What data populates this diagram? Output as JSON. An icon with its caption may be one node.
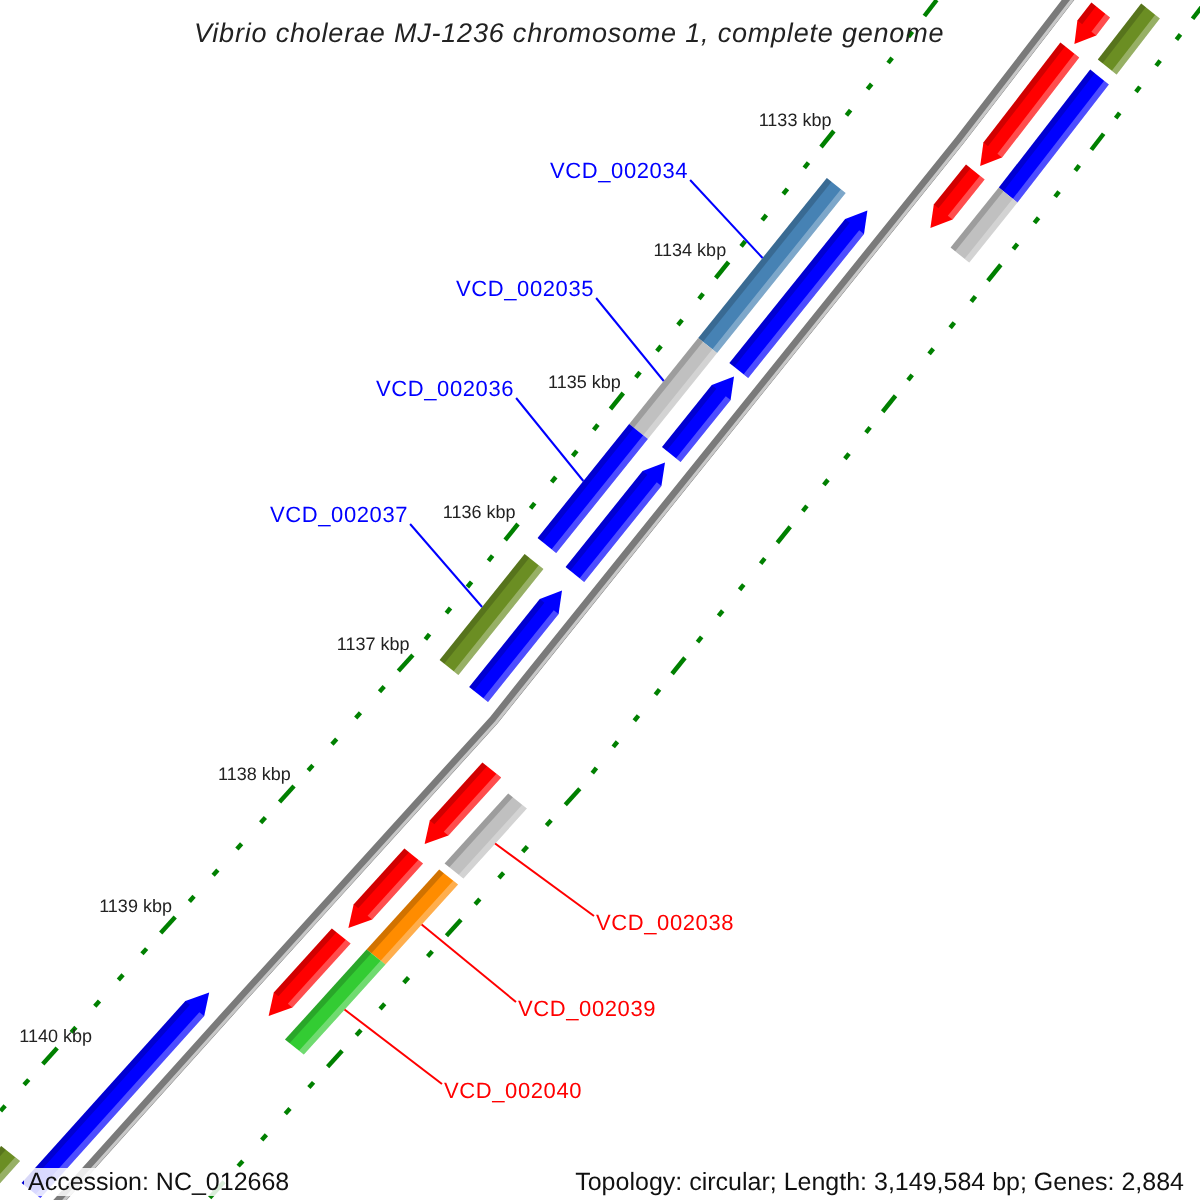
{
  "diagram": {
    "title": "Vibrio cholerae MJ-1236 chromosome 1, complete genome",
    "nodes": [
      {
        "text": [
          "VCD_002034"
        ]
      },
      {
        "text": [
          "VCD_002035"
        ]
      },
      {
        "text": [
          "VCD_002036"
        ]
      },
      {
        "text": [
          "VCD_002037"
        ]
      },
      {
        "text": [
          "VCD_002038"
        ]
      },
      {
        "text": [
          "VCD_002039"
        ]
      },
      {
        "text": [
          "VCD_002040"
        ]
      },
      {
        "text": [],
        "shape": "bar"
      },
      {
        "text": [],
        "shape": "bar"
      },
      {
        "text": [],
        "shape": "bar"
      },
      {
        "text": [],
        "shape": "bar"
      },
      {
        "text": [],
        "shape": "bar"
      },
      {
        "text": [],
        "shape": "bar"
      },
      {
        "text": [],
        "shape": "bar"
      },
      {
        "text": [],
        "shape": "bar"
      },
      {
        "text": [],
        "shape": "bar"
      },
      {
        "text": [],
        "shape": "bar"
      },
      {
        "text": [],
        "shape": "bar"
      },
      {
        "text": [],
        "shape": "bar"
      },
      {
        "text": [],
        "shape": "bar"
      },
      {
        "text": [],
        "shape": "bar"
      },
      {
        "text": [],
        "shape": "bar"
      },
      {
        "text": [],
        "shape": "bar"
      },
      {
        "text": [],
        "shape": "bar"
      },
      {
        "text": [],
        "shape": "bar"
      },
      {
        "text": [],
        "shape": "bar"
      },
      {
        "text": [],
        "shape": "bar"
      },
      {
        "text": [],
        "shape": "bar"
      },
      {
        "text": [],
        "shape": "bar"
      }
    ],
    "edges": [
      {
        "from": 0,
        "to": 13,
        "arrow": "none"
      },
      {
        "from": 1,
        "to": 15,
        "arrow": "none"
      },
      {
        "from": 2,
        "to": 17,
        "arrow": "none"
      },
      {
        "from": 3,
        "to": 19,
        "arrow": "none"
      },
      {
        "from": 4,
        "to": 22,
        "arrow": "none",
        "color": "#ff0000"
      },
      {
        "from": 5,
        "to": 24,
        "arrow": "none",
        "color": "#ff0000"
      },
      {
        "from": 6,
        "to": 26,
        "arrow": "none",
        "color": "#ff0000"
      }
    ],
    "labels": [
      "1133 kbp",
      "1134 kbp",
      "1135 kbp",
      "1136 kbp",
      "1137 kbp",
      "1138 kbp",
      "1139 kbp",
      "1140 kbp",
      "Accession: NC_012668",
      "Topology: circular; Length: 3,149,584 bp; Genes: 2,884"
    ]
  }
}
